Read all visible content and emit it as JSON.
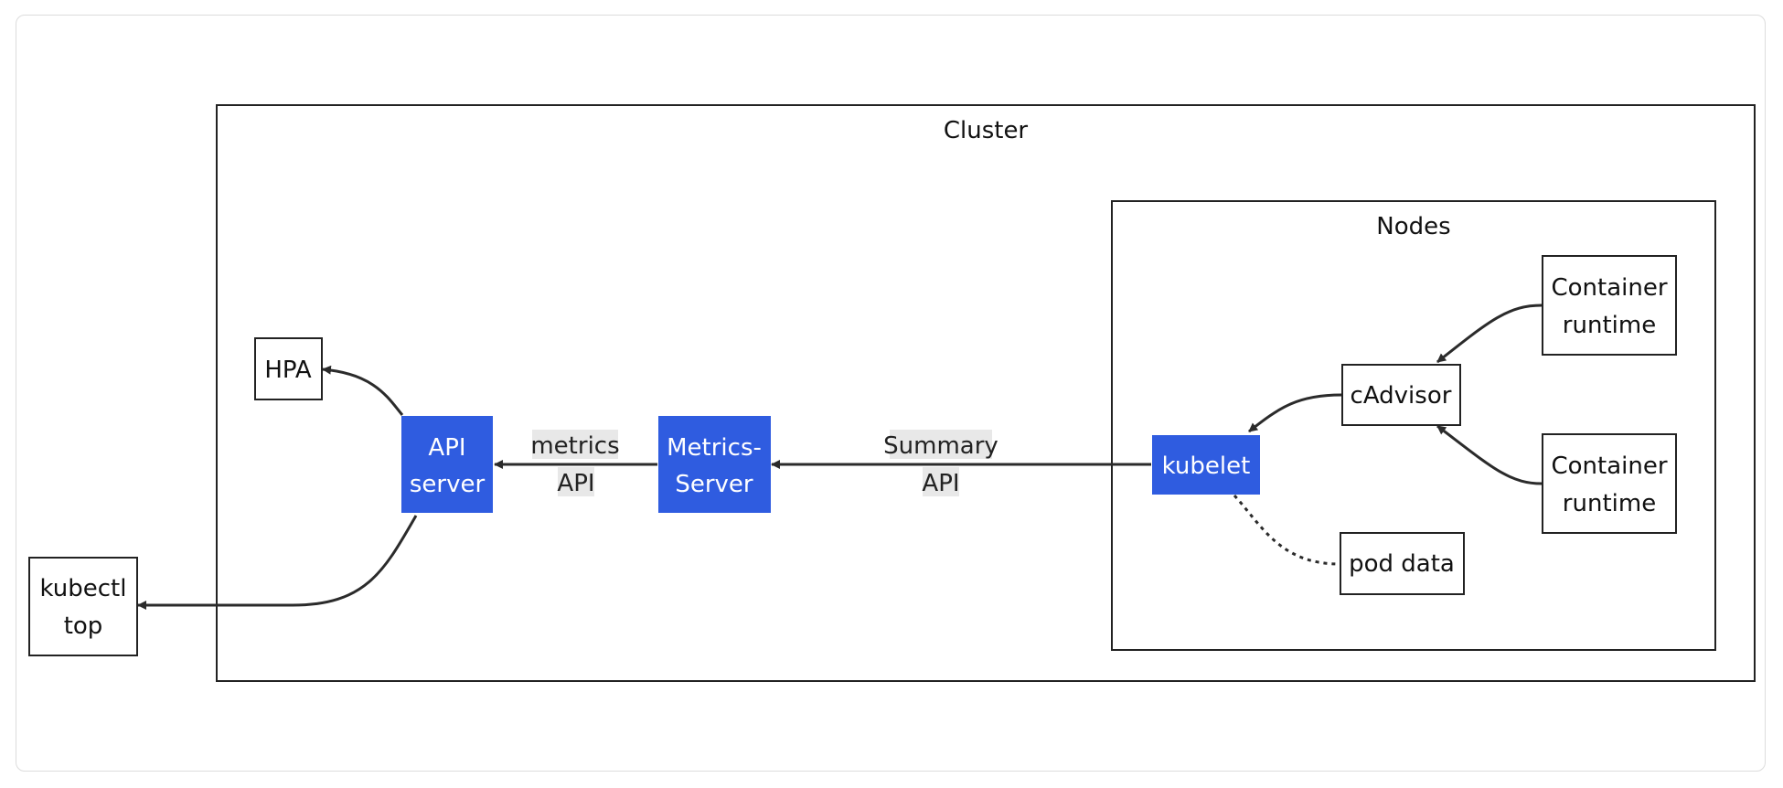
{
  "colors": {
    "highlight_fill": "#2f5ce0",
    "highlight_text": "#ffffff",
    "plain_fill": "#ffffff",
    "plain_text": "#111111",
    "stroke": "#222222",
    "edge": "#2b2b2b",
    "edge_label_bg": "#e8e8e8"
  },
  "groups": {
    "cluster": "Cluster",
    "nodes": "Nodes"
  },
  "nodes": {
    "hpa": [
      "HPA"
    ],
    "api_server": [
      "API",
      "server"
    ],
    "metrics_server": [
      "Metrics-",
      "Server"
    ],
    "kubelet": [
      "kubelet"
    ],
    "cadvisor": [
      "cAdvisor"
    ],
    "container_runtime_1": [
      "Container",
      "runtime"
    ],
    "container_runtime_2": [
      "Container",
      "runtime"
    ],
    "pod_data": [
      "pod data"
    ],
    "kubectl_top": [
      "kubectl",
      "top"
    ]
  },
  "edges": {
    "metrics_api": [
      "metrics",
      "API"
    ],
    "summary_api": [
      "Summary",
      "API"
    ]
  }
}
